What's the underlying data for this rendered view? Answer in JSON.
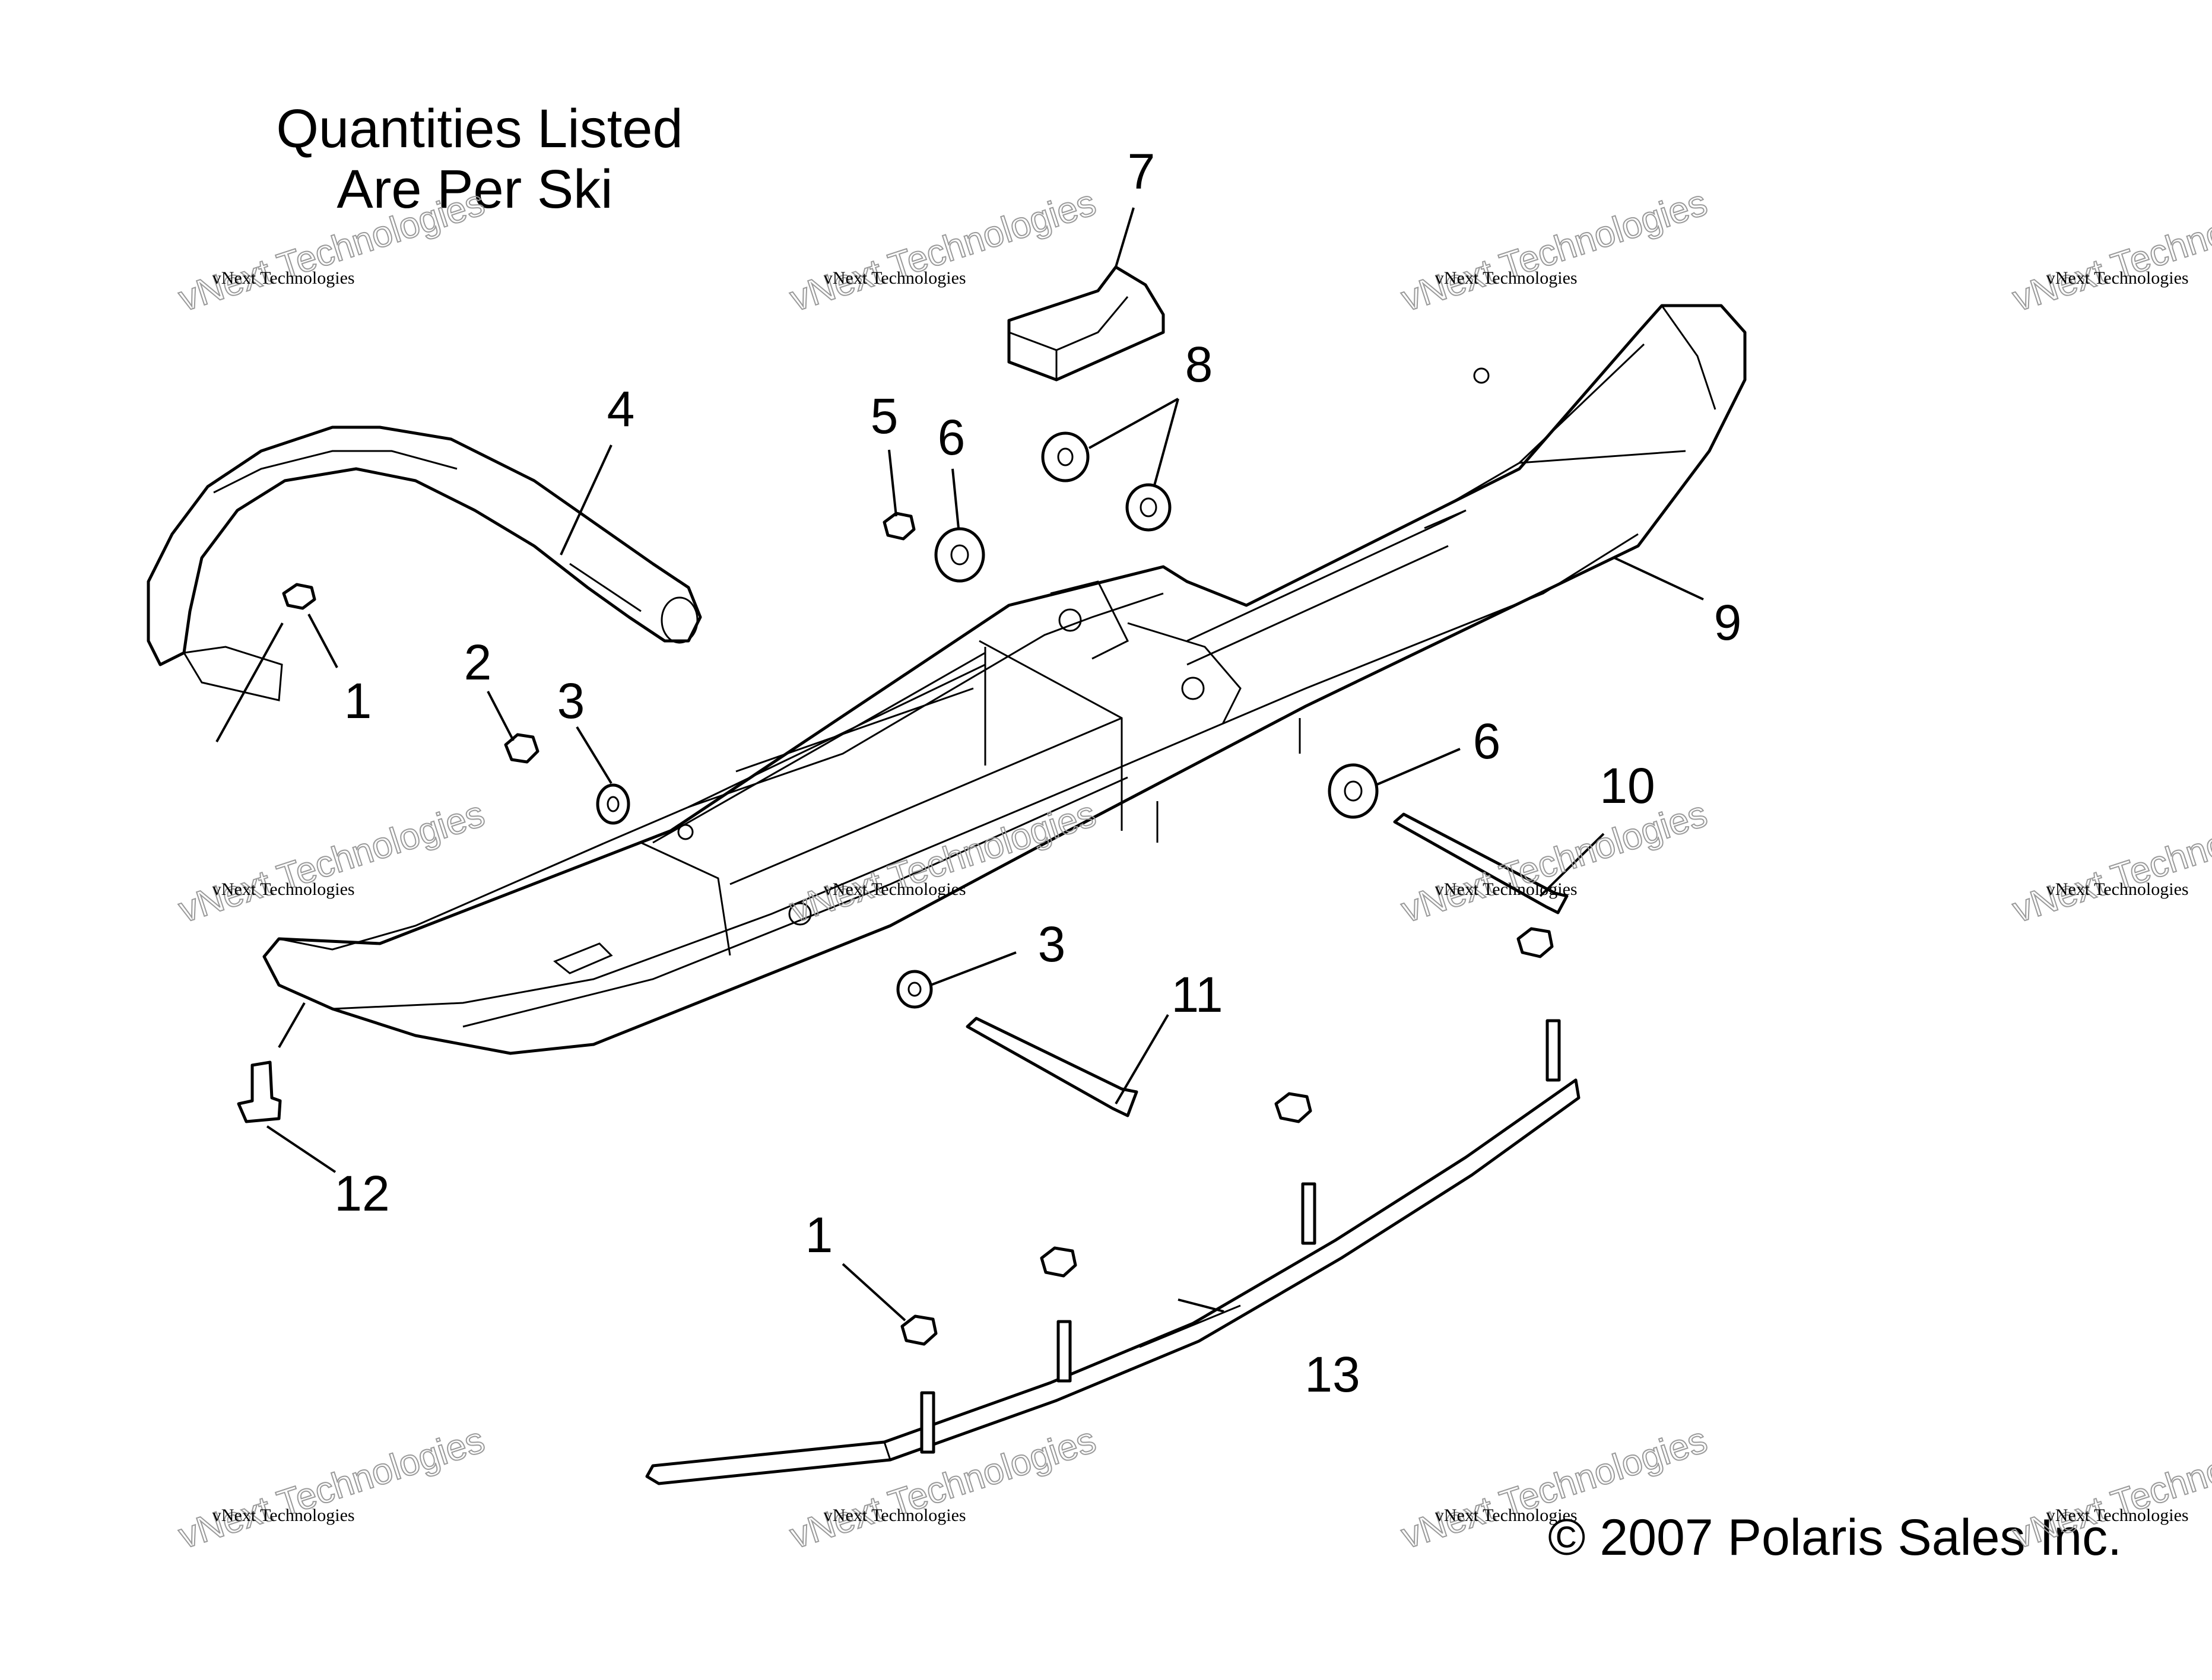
{
  "title": {
    "line1": "Quantities Listed",
    "line2": "Are Per Ski"
  },
  "callouts": [
    "1",
    "1",
    "2",
    "3",
    "3",
    "4",
    "5",
    "6",
    "6",
    "7",
    "8",
    "9",
    "10",
    "11",
    "12",
    "13"
  ],
  "copyright": "© 2007 Polaris Sales Inc.",
  "watermark": {
    "line1": "vNext Technologies",
    "line2": "vNext Technologies"
  }
}
